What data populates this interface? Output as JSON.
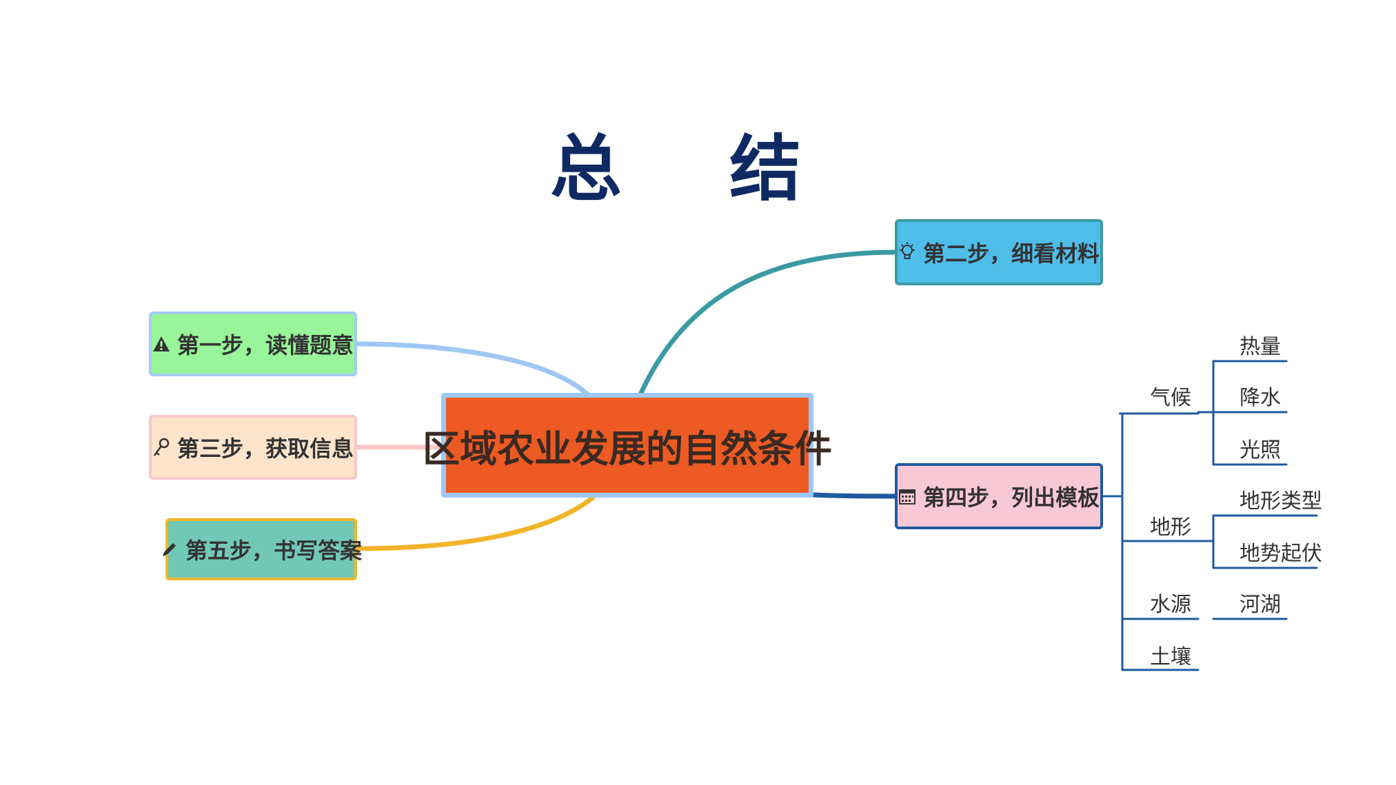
{
  "title": "总 结",
  "central": {
    "label": "区域农业发展的自然条件"
  },
  "steps": [
    {
      "id": "step1",
      "label": "第一步，读懂题意",
      "icon": "warning-icon",
      "fill": "#98f59a",
      "border": "#a3cbf5",
      "line": "#9ec8f3"
    },
    {
      "id": "step2",
      "label": "第二步，细看材料",
      "icon": "lightbulb-icon",
      "fill": "#4fbde9",
      "border": "#3a9aa3",
      "line": "#3a9aa3"
    },
    {
      "id": "step3",
      "label": "第三步，获取信息",
      "icon": "key-icon",
      "fill": "#ffe4cc",
      "border": "#f8c8c8",
      "line": "#f8c8c8"
    },
    {
      "id": "step4",
      "label": "第四步，列出模板",
      "icon": "calendar-icon",
      "fill": "#f9c8d6",
      "border": "#1e5aa0",
      "line": "#1e5aa0"
    },
    {
      "id": "step5",
      "label": "第五步，书写答案",
      "icon": "pencil-icon",
      "fill": "#72c8b6",
      "border": "#f2b52a",
      "line": "#f2b52a"
    }
  ],
  "template": {
    "categories": [
      {
        "label": "气候",
        "children": [
          "热量",
          "降水",
          "光照"
        ]
      },
      {
        "label": "地形",
        "children": [
          "地形类型",
          "地势起伏"
        ]
      },
      {
        "label": "水源",
        "children": [
          "河湖"
        ]
      },
      {
        "label": "土壤",
        "children": []
      }
    ]
  },
  "colors": {
    "title": "#0f2a63",
    "central_fill": "#ee5a24",
    "tree_line": "#1e5aa0"
  }
}
